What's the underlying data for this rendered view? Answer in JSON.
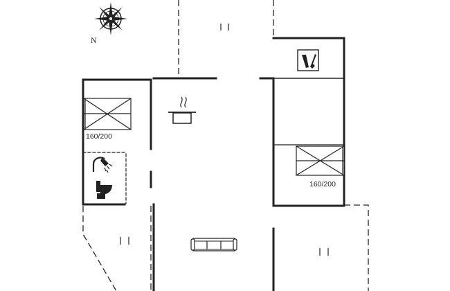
{
  "compass": {
    "north_label": "N"
  },
  "bedroom_left": {
    "bed_size": "160/200"
  },
  "bedroom_right": {
    "bed_size": "160/200"
  },
  "icons": {
    "compass": "compass-rose-icon",
    "kitchen": "cooking-pot-icon",
    "shower": "shower-icon",
    "toilet": "toilet-icon",
    "utility": "tools-icon",
    "sofa": "sofa-icon"
  }
}
